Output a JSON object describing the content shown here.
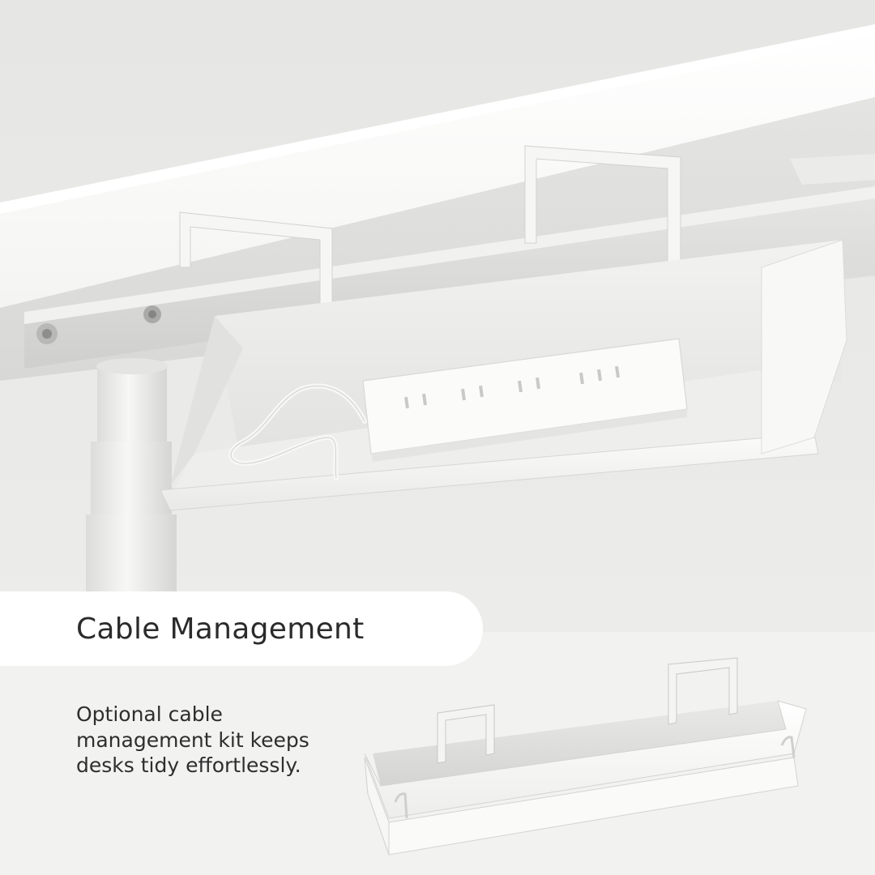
{
  "heading": {
    "title": "Cable Management"
  },
  "description": {
    "text": "Optional cable management kit keeps desks tidy effortlessly."
  },
  "images": {
    "hero": "desk-underside-cable-tray-photo",
    "kit": "cable-tray-kit-photo"
  },
  "colors": {
    "background": "#e9e9e7",
    "panel": "#f2f2f1",
    "pill": "#ffffff",
    "text": "#2b2b2b"
  }
}
